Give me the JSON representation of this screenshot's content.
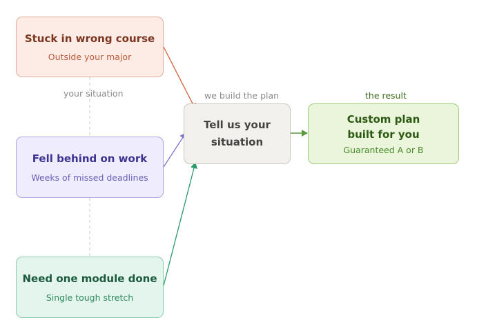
{
  "situations": {
    "caption": "your situation",
    "items": [
      {
        "title": "Stuck in wrong course",
        "subtitle": "Outside your major",
        "color": "#d2603c"
      },
      {
        "title": "Fell behind on work",
        "subtitle": "Weeks of missed deadlines",
        "color": "#7a6fd0"
      },
      {
        "title": "Need one module done",
        "subtitle": "Single tough stretch",
        "color": "#2a9a6a"
      }
    ]
  },
  "plan": {
    "caption": "we build the plan",
    "title": "Tell us your situation"
  },
  "result": {
    "caption": "the result",
    "title": "Custom plan built for you",
    "subtitle": "Guaranteed A or B",
    "color": "#5a9a3a"
  }
}
